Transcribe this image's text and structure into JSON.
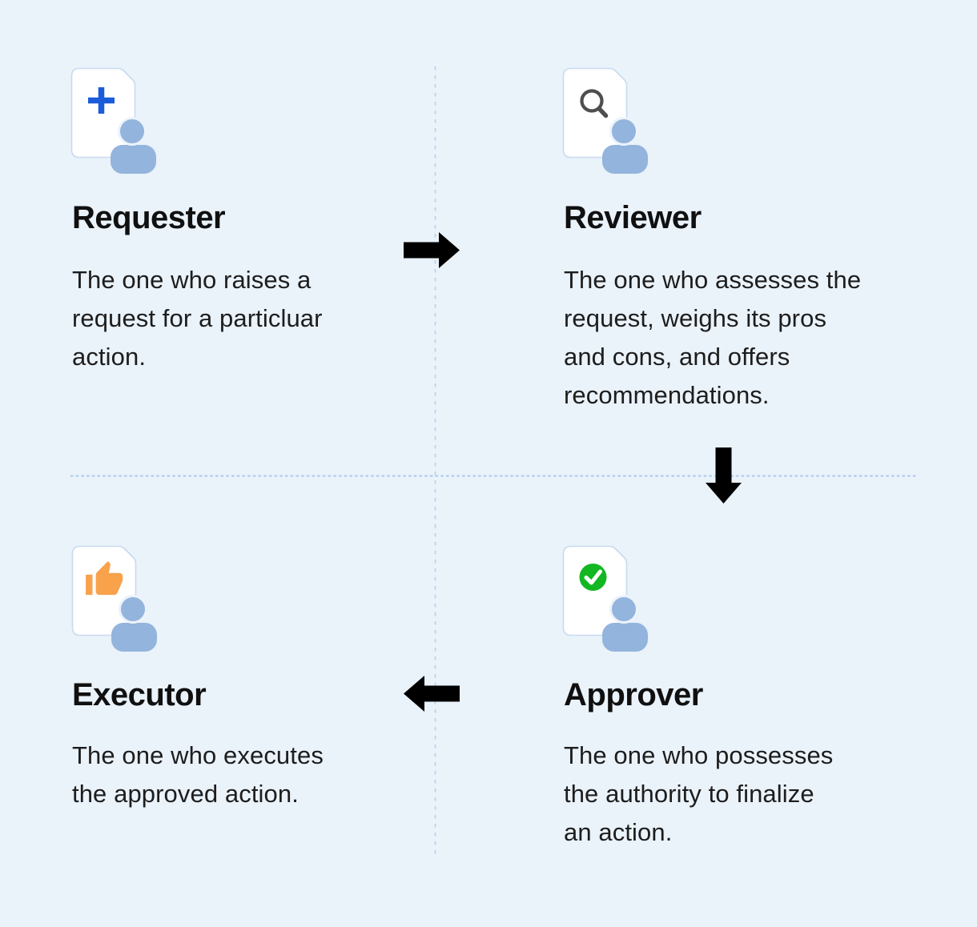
{
  "figure": {
    "type": "quadrant-role-diagram",
    "background": "#EAF2FA"
  },
  "roles": [
    {
      "id": "requester",
      "name": "Requester",
      "description": "The one who raises a\nrequest for a particluar\naction.",
      "icon": "document-plus-person"
    },
    {
      "id": "reviewer",
      "name": "Reviewer",
      "description": "The one who assesses the\nrequest, weighs its pros\nand cons, and offers\nrecommendations.",
      "icon": "document-magnifier-person"
    },
    {
      "id": "executor",
      "name": "Executor",
      "description": "The one who executes\nthe approved action.",
      "icon": "document-thumbs-up-person"
    },
    {
      "id": "approver",
      "name": "Approver",
      "description": "The one who possesses\nthe authority to finalize\nan action.",
      "icon": "document-check-person"
    }
  ],
  "flow": {
    "arrows": [
      {
        "from": "Requester",
        "to": "Reviewer",
        "direction": "right"
      },
      {
        "from": "Reviewer",
        "to": "Approver",
        "direction": "down"
      },
      {
        "from": "Approver",
        "to": "Executor",
        "direction": "left"
      }
    ]
  },
  "colors": {
    "background": "#EAF2FA",
    "arrow_black": "#000000",
    "heading_text": "#101010",
    "body_text": "#1D1D1D",
    "person_blue": "#93B4DC",
    "plus_blue": "#1B5CDB",
    "magnifier_gray": "#4E4E4E",
    "thumb_orange": "#F8A24C",
    "check_green": "#12B722",
    "doc_fill": "#FFFFFF",
    "doc_border": "#C9DAEF",
    "divider_blue": "#B3CFEA"
  }
}
